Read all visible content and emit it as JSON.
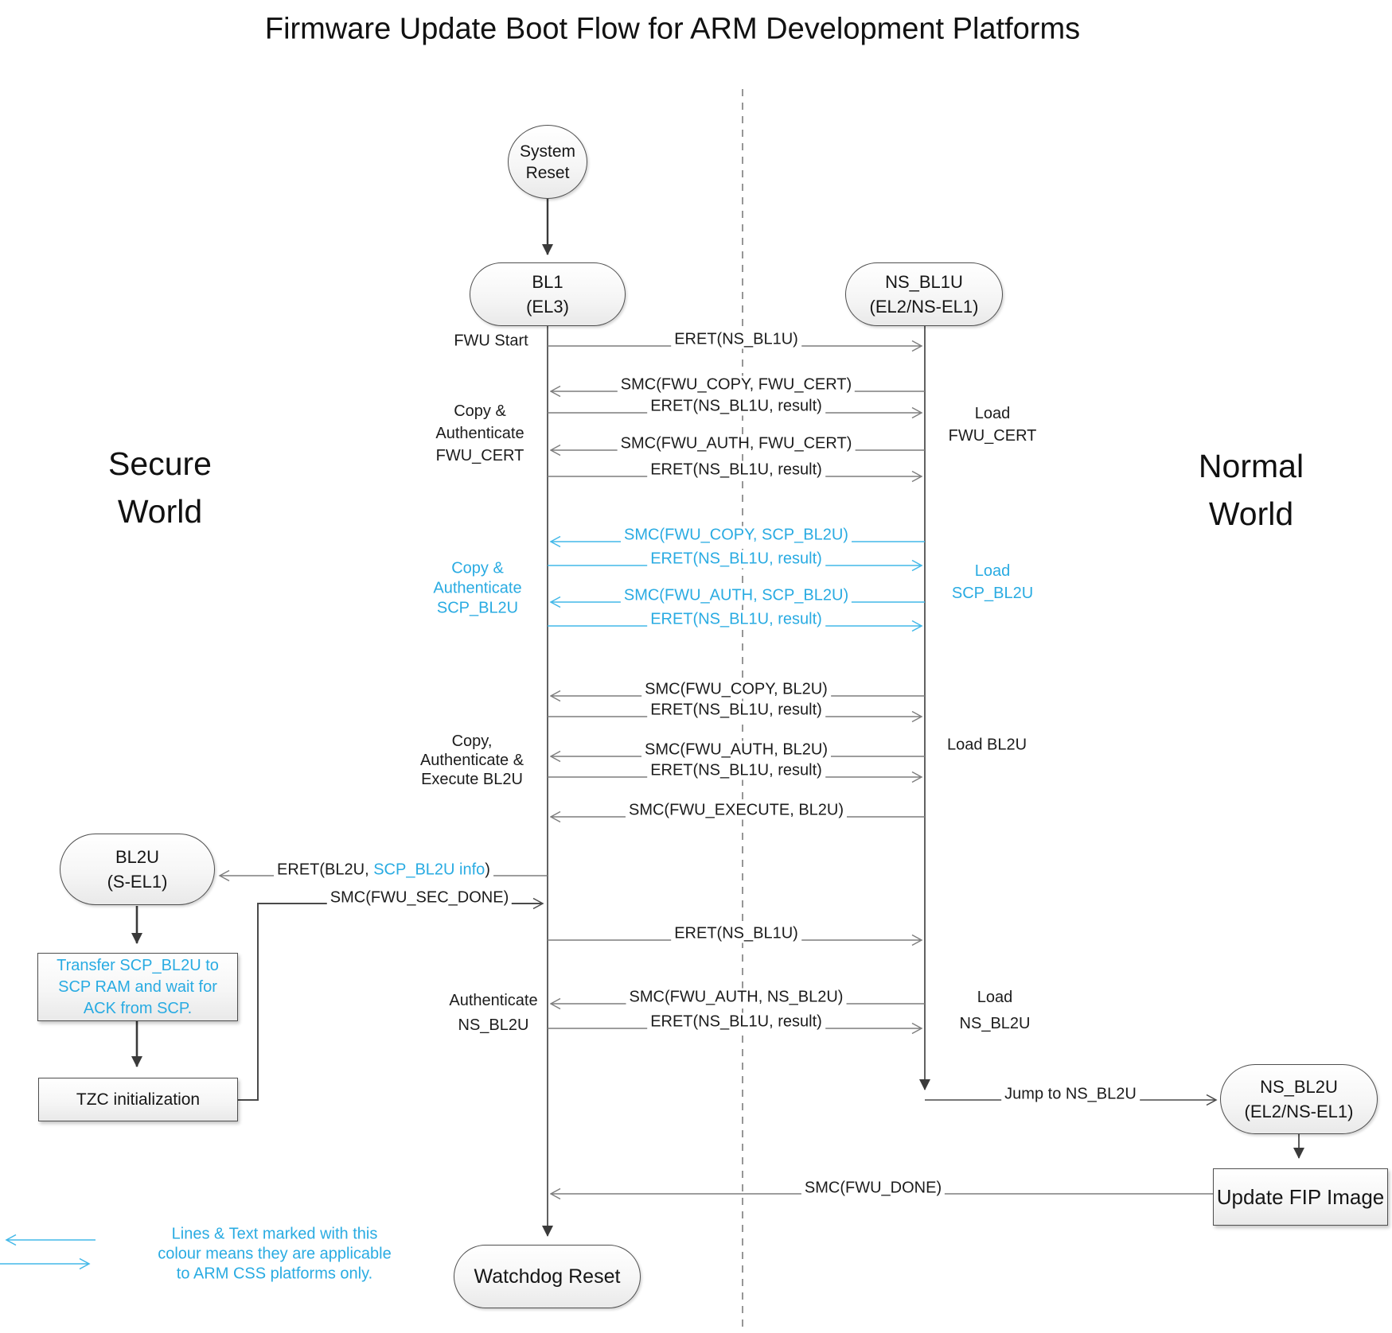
{
  "title": "Firmware Update Boot Flow for ARM Development Platforms",
  "worlds": {
    "secure_line1": "Secure",
    "secure_line2": "World",
    "normal_line1": "Normal",
    "normal_line2": "World"
  },
  "nodes": {
    "system_reset_line1": "System",
    "system_reset_line2": "Reset",
    "bl1_line1": "BL1",
    "bl1_line2": "(EL3)",
    "ns_bl1u_line1": "NS_BL1U",
    "ns_bl1u_line2": "(EL2/NS-EL1)",
    "bl2u_line1": "BL2U",
    "bl2u_line2": "(S-EL1)",
    "ns_bl2u_line1": "NS_BL2U",
    "ns_bl2u_line2": "(EL2/NS-EL1)",
    "watchdog": "Watchdog Reset",
    "update_fip": "Update FIP Image",
    "tzc": "TZC initialization",
    "transfer_line1": "Transfer SCP_BL2U to",
    "transfer_line2": "SCP RAM and wait for",
    "transfer_line3": "ACK from SCP."
  },
  "side_labels": {
    "fwu_start": "FWU Start",
    "copy_auth_cert_1": "Copy &",
    "copy_auth_cert_2": "Authenticate",
    "copy_auth_cert_3": "FWU_CERT",
    "copy_auth_scp_1": "Copy &",
    "copy_auth_scp_2": "Authenticate",
    "copy_auth_scp_3": "SCP_BL2U",
    "copy_auth_bl2u_1": "Copy,",
    "copy_auth_bl2u_2": "Authenticate &",
    "copy_auth_bl2u_3": "Execute BL2U",
    "auth_ns_bl2u_1": "Authenticate",
    "auth_ns_bl2u_2": "NS_BL2U",
    "load_fwu_cert_1": "Load",
    "load_fwu_cert_2": "FWU_CERT",
    "load_scp_bl2u_1": "Load",
    "load_scp_bl2u_2": "SCP_BL2U",
    "load_bl2u": "Load BL2U",
    "load_ns_bl2u_1": "Load",
    "load_ns_bl2u_2": "NS_BL2U"
  },
  "messages": {
    "eret_ns_bl1u_1": "ERET(NS_BL1U)",
    "smc_copy_fwu_cert": "SMC(FWU_COPY, FWU_CERT)",
    "eret_result_1": "ERET(NS_BL1U, result)",
    "smc_auth_fwu_cert": "SMC(FWU_AUTH, FWU_CERT)",
    "eret_result_2": "ERET(NS_BL1U, result)",
    "smc_copy_scp_bl2u": "SMC(FWU_COPY, SCP_BL2U)",
    "eret_result_3": "ERET(NS_BL1U, result)",
    "smc_auth_scp_bl2u": "SMC(FWU_AUTH, SCP_BL2U)",
    "eret_result_4": "ERET(NS_BL1U, result)",
    "smc_copy_bl2u": "SMC(FWU_COPY, BL2U)",
    "eret_result_5": "ERET(NS_BL1U, result)",
    "smc_auth_bl2u": "SMC(FWU_AUTH, BL2U)",
    "eret_result_6": "ERET(NS_BL1U, result)",
    "smc_execute_bl2u": "SMC(FWU_EXECUTE, BL2U)",
    "eret_bl2u_prefix": "ERET(BL2U, ",
    "eret_bl2u_blue": "SCP_BL2U info",
    "eret_bl2u_suffix": ")",
    "smc_sec_done": "SMC(FWU_SEC_DONE)",
    "eret_ns_bl1u_2": "ERET(NS_BL1U)",
    "smc_auth_ns_bl2u": "SMC(FWU_AUTH, NS_BL2U)",
    "eret_result_7": "ERET(NS_BL1U, result)",
    "jump_ns_bl2u": "Jump to NS_BL2U",
    "smc_fwu_done": "SMC(FWU_DONE)"
  },
  "legend": {
    "line1": "Lines & Text marked with this",
    "line2": "colour means they are applicable",
    "line3": "to ARM CSS platforms only."
  },
  "colors": {
    "accent_blue": "#29ABE2"
  }
}
